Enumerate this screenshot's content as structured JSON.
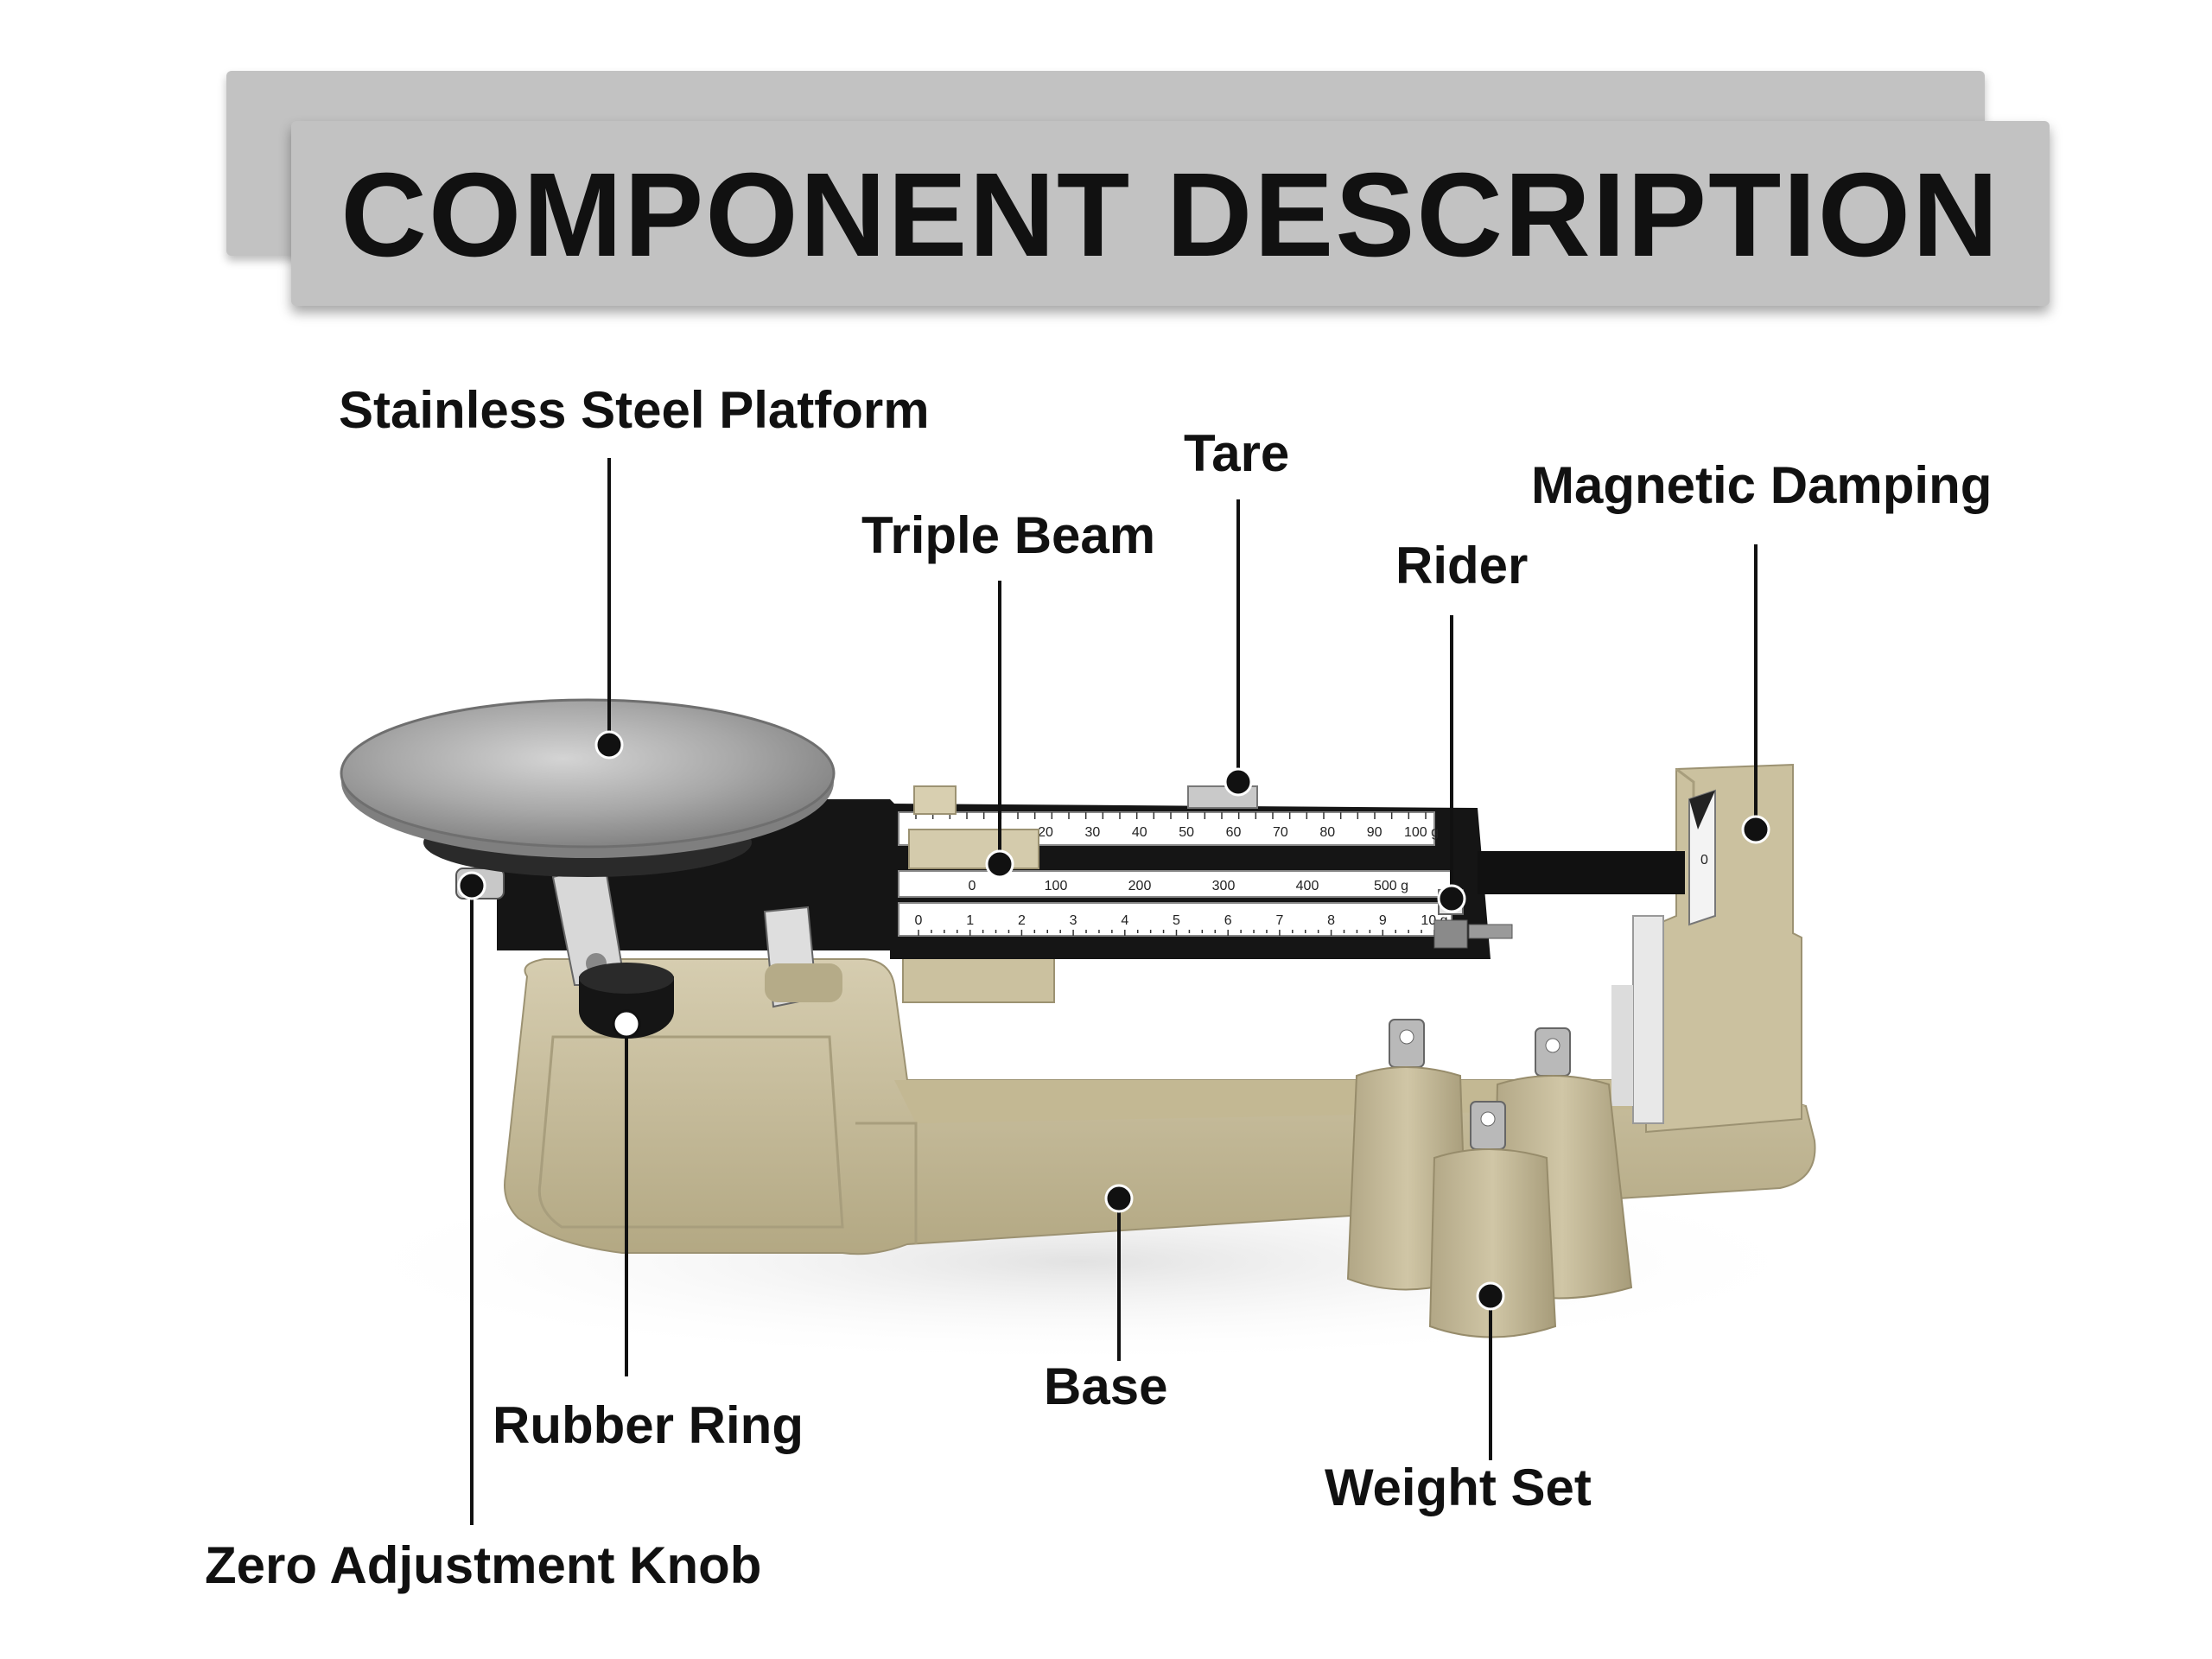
{
  "title": "COMPONENT DESCRIPTION",
  "labels": {
    "stainless_steel_platform": "Stainless Steel Platform",
    "tare": "Tare",
    "triple_beam": "Triple Beam",
    "rider": "Rider",
    "magnetic_damping": "Magnetic Damping",
    "rubber_ring": "Rubber Ring",
    "base": "Base",
    "weight_set": "Weight Set",
    "zero_adjustment_knob": "Zero Adjustment Knob"
  },
  "beam_scales": {
    "top_ticks": [
      "20",
      "30",
      "40",
      "50",
      "60",
      "70",
      "80",
      "90",
      "100 g"
    ],
    "middle_ticks": [
      "0",
      "100",
      "200",
      "300",
      "400",
      "500 g"
    ],
    "bottom_ticks": [
      "0",
      "1",
      "2",
      "3",
      "4",
      "5",
      "6",
      "7",
      "8",
      "9",
      "10 g"
    ],
    "damper_mark": "0"
  },
  "colors": {
    "banner": "#c2c2c2",
    "base_body": "#c8bd9c",
    "beam": "#141414",
    "platform": "#a9a9a9",
    "leader": "#111111"
  }
}
